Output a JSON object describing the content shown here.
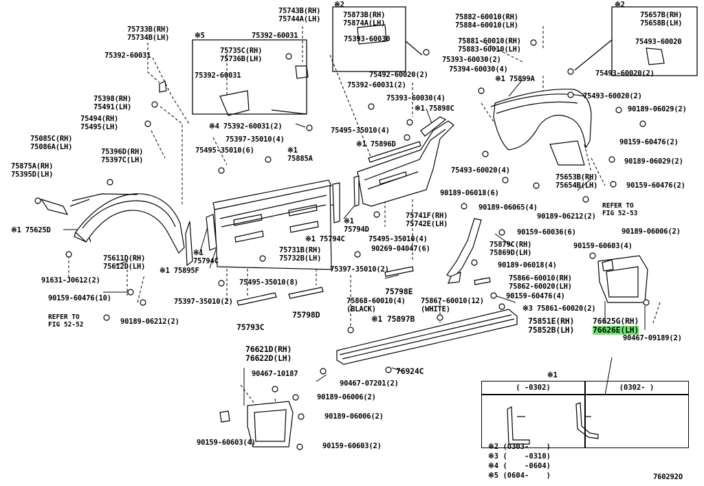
{
  "diagram_id": "760292O",
  "labels": [
    {
      "id": "l1",
      "lines": [
        "75733B(RH)",
        "75734B(LH)"
      ]
    },
    {
      "id": "l2",
      "lines": [
        "75392-60031"
      ]
    },
    {
      "id": "l3",
      "lines": [
        "※5"
      ]
    },
    {
      "id": "l4",
      "lines": [
        "75735C(RH)",
        "75736B(LH)"
      ]
    },
    {
      "id": "l5",
      "lines": [
        "75392-60031"
      ]
    },
    {
      "id": "l6",
      "lines": [
        "75743B(RH)",
        "75744A(LH)"
      ]
    },
    {
      "id": "l7",
      "lines": [
        "75392-60031"
      ]
    },
    {
      "id": "l8",
      "lines": [
        "※2"
      ]
    },
    {
      "id": "l9",
      "lines": [
        "75873B(RH)",
        "75874A(LH)"
      ]
    },
    {
      "id": "l10",
      "lines": [
        "75393-60030"
      ]
    },
    {
      "id": "l11",
      "lines": [
        "75882-60010(RH)",
        "75884-60010(LH)"
      ]
    },
    {
      "id": "l12",
      "lines": [
        "75881-60010(RH)",
        "75883-60010(LH)"
      ]
    },
    {
      "id": "l13",
      "lines": [
        "75393-60030(2)"
      ]
    },
    {
      "id": "l14",
      "lines": [
        "75394-60030(4)"
      ]
    },
    {
      "id": "l15",
      "lines": [
        "※2"
      ]
    },
    {
      "id": "l16",
      "lines": [
        "75657B(RH)",
        "75658B(LH)"
      ]
    },
    {
      "id": "l17",
      "lines": [
        "75493-60020"
      ]
    },
    {
      "id": "l18",
      "lines": [
        "75493-60020(2)"
      ]
    },
    {
      "id": "l19",
      "lines": [
        "75398(RH)",
        "75491(LH)"
      ]
    },
    {
      "id": "l20",
      "lines": [
        "75494(RH)",
        "75495(LH)"
      ]
    },
    {
      "id": "l21",
      "lines": [
        "75085C(RH)",
        "75086A(LH)"
      ]
    },
    {
      "id": "l22",
      "lines": [
        "75396D(RH)",
        "75397C(LH)"
      ]
    },
    {
      "id": "l23",
      "lines": [
        "75875A(RH)",
        "75395D(LH)"
      ]
    },
    {
      "id": "l24",
      "lines": [
        "※1 75625D"
      ]
    },
    {
      "id": "l25",
      "lines": [
        "75611D(RH)",
        "75612D(LH)"
      ]
    },
    {
      "id": "l26",
      "lines": [
        "※1 75895F"
      ]
    },
    {
      "id": "l27",
      "lines": [
        "91631-J0612(2)"
      ]
    },
    {
      "id": "l28",
      "lines": [
        "90159-60476(10)"
      ]
    },
    {
      "id": "l29",
      "lines": [
        "90189-06212(2)"
      ]
    },
    {
      "id": "l30",
      "lines": [
        "※4 75392-60031(2)"
      ]
    },
    {
      "id": "l31",
      "lines": [
        "75397-35010(4)"
      ]
    },
    {
      "id": "l32",
      "lines": [
        "75495-35010(6)"
      ]
    },
    {
      "id": "l33",
      "lines": [
        "※1",
        "75885A"
      ]
    },
    {
      "id": "l34",
      "lines": [
        "※1",
        "75794C"
      ]
    },
    {
      "id": "l35",
      "lines": [
        "75731B(RH)",
        "75732B(LH)"
      ]
    },
    {
      "id": "l36",
      "lines": [
        "※1 75794C"
      ]
    },
    {
      "id": "l37",
      "lines": [
        "75495-35010(8)"
      ]
    },
    {
      "id": "l38",
      "lines": [
        "75397-35010(2)"
      ]
    },
    {
      "id": "l39",
      "lines": [
        "75793C"
      ]
    },
    {
      "id": "l40",
      "lines": [
        "75798D"
      ]
    },
    {
      "id": "l41",
      "lines": [
        "75492-60020(2)"
      ]
    },
    {
      "id": "l42",
      "lines": [
        "75392-60031(2)"
      ]
    },
    {
      "id": "l43",
      "lines": [
        "75393-60030(4)"
      ]
    },
    {
      "id": "l44",
      "lines": [
        "※1 75898C"
      ]
    },
    {
      "id": "l45",
      "lines": [
        "75495-35010(4)"
      ]
    },
    {
      "id": "l46",
      "lines": [
        "※1 75896D"
      ]
    },
    {
      "id": "l47",
      "lines": [
        "※1 75899A"
      ]
    },
    {
      "id": "l48",
      "lines": [
        "75493-60020(2)"
      ]
    },
    {
      "id": "l49",
      "lines": [
        "90189-06029(2)"
      ]
    },
    {
      "id": "l50",
      "lines": [
        "90159-60476(2)"
      ]
    },
    {
      "id": "l51",
      "lines": [
        "90189-06029(2)"
      ]
    },
    {
      "id": "l52",
      "lines": [
        "75493-60020(4)"
      ]
    },
    {
      "id": "l53",
      "lines": [
        "75653B(RH)",
        "75654B(LH)"
      ]
    },
    {
      "id": "l54",
      "lines": [
        "90159-60476(2)"
      ]
    },
    {
      "id": "l55",
      "lines": [
        "90189-06018(6)"
      ]
    },
    {
      "id": "l56",
      "lines": [
        "90189-06065(4)"
      ]
    },
    {
      "id": "l57",
      "lines": [
        "90189-06212(2)"
      ]
    },
    {
      "id": "l58",
      "lines": [
        "75741F(RH)",
        "75742E(LH)"
      ]
    },
    {
      "id": "l59",
      "lines": [
        "※1",
        "75794D"
      ]
    },
    {
      "id": "l60",
      "lines": [
        "75495-35010(4)"
      ]
    },
    {
      "id": "l61",
      "lines": [
        "90269-04047(6)"
      ]
    },
    {
      "id": "l62",
      "lines": [
        "90159-60036(6)"
      ]
    },
    {
      "id": "l63",
      "lines": [
        "75879C(RH)",
        "75869D(LH)"
      ]
    },
    {
      "id": "l64",
      "lines": [
        "90189-06018(4)"
      ]
    },
    {
      "id": "l65",
      "lines": [
        "90189-06006(2)"
      ]
    },
    {
      "id": "l66",
      "lines": [
        "90159-60603(4)"
      ]
    },
    {
      "id": "l67",
      "lines": [
        "75397-35010(2)"
      ]
    },
    {
      "id": "l68",
      "lines": [
        "75798E"
      ]
    },
    {
      "id": "l69",
      "lines": [
        "75866-60010(RH)",
        "75862-60020(LH)"
      ]
    },
    {
      "id": "l70",
      "lines": [
        "90159-60476(4)"
      ]
    },
    {
      "id": "l71",
      "lines": [
        "75868-60010(4)",
        "(BLACK)"
      ]
    },
    {
      "id": "l72",
      "lines": [
        "75867-60010(12)",
        "(WHITE)"
      ]
    },
    {
      "id": "l73",
      "lines": [
        "※3 75861-60020(2)"
      ]
    },
    {
      "id": "l74",
      "lines": [
        "※1 75897B"
      ]
    },
    {
      "id": "l75",
      "lines": [
        "75851E(RH)",
        "75852B(LH)"
      ]
    },
    {
      "id": "l76",
      "lines": [
        "76625G(RH)"
      ]
    },
    {
      "id": "l77",
      "lines": [
        "90467-09189(2)"
      ]
    },
    {
      "id": "l78",
      "lines": [
        "76621D(RH)",
        "76622D(LH)"
      ]
    },
    {
      "id": "l79",
      "lines": [
        "90467-10187"
      ]
    },
    {
      "id": "l80",
      "lines": [
        "90467-07201(2)"
      ]
    },
    {
      "id": "l81",
      "lines": [
        "76924C"
      ]
    },
    {
      "id": "l82",
      "lines": [
        "90189-06006(2)"
      ]
    },
    {
      "id": "l83",
      "lines": [
        "90189-06006(2)"
      ]
    },
    {
      "id": "l84",
      "lines": [
        "90159-60603(4)"
      ]
    },
    {
      "id": "l85",
      "lines": [
        "90159-60603(2)"
      ]
    }
  ],
  "highlighted_part": "76626E(LH)",
  "refer_notes": [
    {
      "id": "r1",
      "lines": [
        "REFER TO",
        "FIG 52-52"
      ]
    },
    {
      "id": "r2",
      "lines": [
        "REFER TO",
        "FIG 52-53"
      ]
    }
  ],
  "legend_table": {
    "title": "※1",
    "columns": [
      "(    -0302)",
      "(0302-    )"
    ]
  },
  "footnotes": [
    "※2 (0303-    )",
    "※3 (    -0310)",
    "※4 (    -0604)",
    "※5 (0604-    )"
  ],
  "colors": {
    "highlight": "#6ee86e",
    "ink": "#000000"
  }
}
